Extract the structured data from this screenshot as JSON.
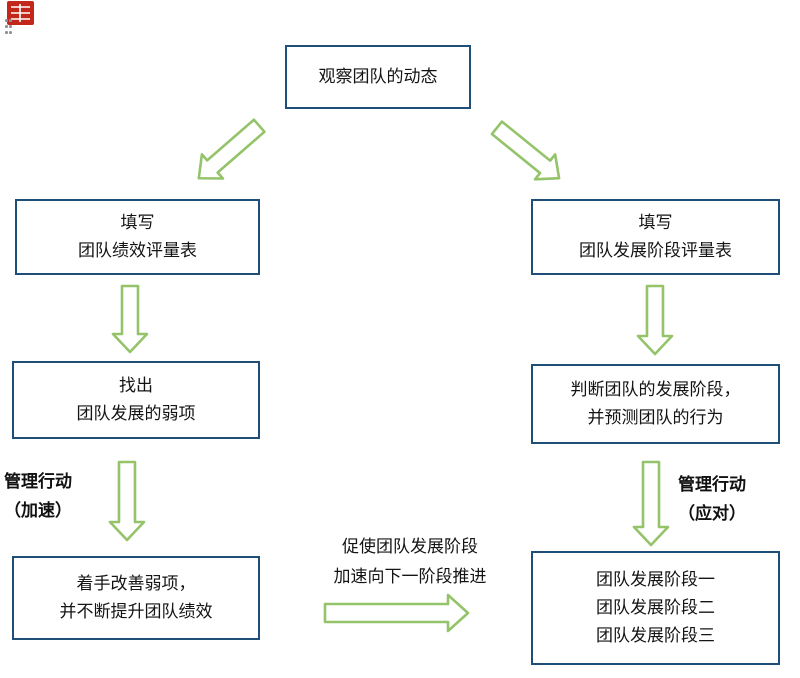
{
  "nodes": {
    "observe": {
      "lines": [
        "观察团队的动态"
      ]
    },
    "fill_performance": {
      "lines": [
        "填写",
        "团队绩效评量表"
      ]
    },
    "fill_stage": {
      "lines": [
        "填写",
        "团队发展阶段评量表"
      ]
    },
    "find_weakness": {
      "lines": [
        "找出",
        "团队发展的弱项"
      ]
    },
    "judge_stage": {
      "lines": [
        "判断团队的发展阶段，",
        "并预测团队的行为"
      ]
    },
    "improve": {
      "lines": [
        "着手改善弱项，",
        "并不断提升团队绩效"
      ]
    },
    "stages": {
      "lines": [
        "团队发展阶段一",
        "团队发展阶段二",
        "团队发展阶段三"
      ]
    }
  },
  "labels": {
    "left_action": {
      "line1": "管理行动",
      "line2": "（加速）"
    },
    "right_action": {
      "line1": "管理行动",
      "line2": "（应对）"
    },
    "center_note": {
      "line1": "促使团队发展阶段",
      "line2": "加速向下一阶段推进"
    }
  },
  "colors": {
    "box_border": "#1f4e79",
    "text": "#141414",
    "arrow_stroke": "#94c36a",
    "arrow_fill": "#ffffff",
    "handle_dot": "#8f9296",
    "corner_red": "#c1271b"
  }
}
